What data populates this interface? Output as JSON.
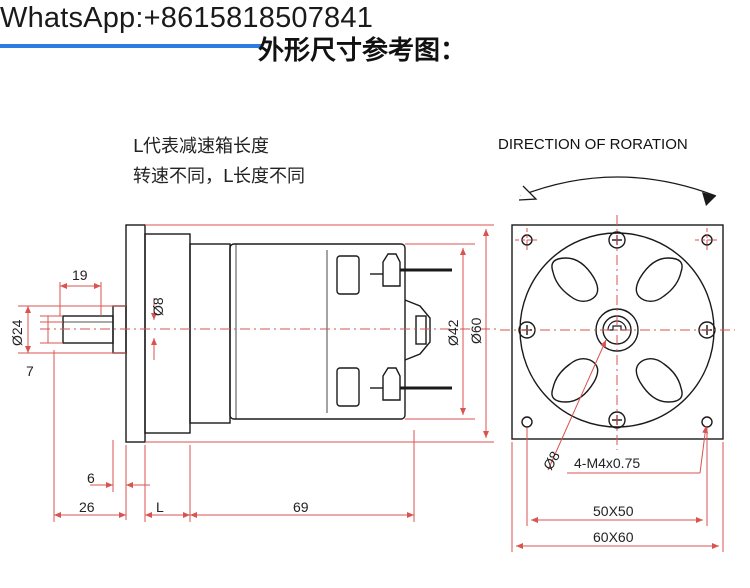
{
  "banner": {
    "text": "WhatsApp:+8615818507841",
    "accent_color": "#2d7de0"
  },
  "section_title": "外形尺寸参考图：",
  "notes": [
    "L代表减速箱长度",
    "转速不同，L长度不同"
  ],
  "direction_label": "DIRECTION OF RORATION",
  "dimensions": {
    "shaft_length": "19",
    "bore": "Ø8",
    "flange_diameter": "Ø24",
    "flat": "7",
    "collar": "6",
    "front_length": "26",
    "gearbox_length": "L",
    "motor_length": "69",
    "motor_diameter": "Ø42",
    "body_size": "Ø60",
    "center_bore": "Ø8",
    "mount_holes": "4-M4x0.75",
    "hole_pitch": "50X50",
    "outer_size": "60X60"
  },
  "colors": {
    "dimension_red": "#d9534f",
    "outline": "#1a1a1a"
  }
}
